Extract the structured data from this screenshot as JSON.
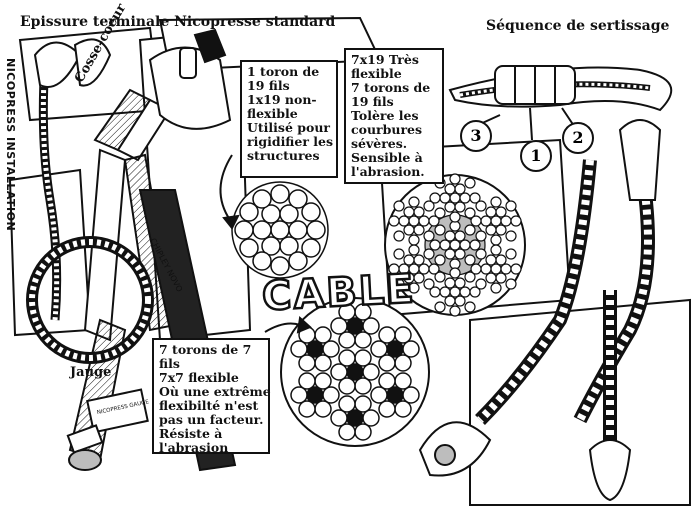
{
  "labels": {
    "title_left": "Epissure terminale Nicopresse standard",
    "title_right": "Séquence de sertissage",
    "vertical": "NICOPRESS INSTALLATION",
    "cosse": "Cosse-coeur",
    "jauge": "Jauge",
    "cable": "CABLE"
  },
  "sequence_numbers": [
    "3",
    "1",
    "2"
  ],
  "notes": {
    "n1x19": [
      "1 toron de",
      "19 fils",
      "1x19 non-",
      "flexible",
      "Utilisé pour",
      "rigidifier les",
      "structures"
    ],
    "n7x19": [
      "7x19 Très",
      "flexible",
      "7 torons de",
      "19 fils",
      "Tolère les",
      "courbures",
      "sévères.",
      "Sensible à",
      "l'abrasion."
    ],
    "n7x7": [
      "7 torons de 7",
      "fils",
      "7x7 flexible",
      "Où une extrême",
      "flexibilté n'est",
      "pas un facteur.",
      "Résiste à",
      "l'abrasion"
    ]
  },
  "colors": {
    "ink": "#111111",
    "paper": "#ffffff",
    "shade": "#bdbdbd"
  }
}
